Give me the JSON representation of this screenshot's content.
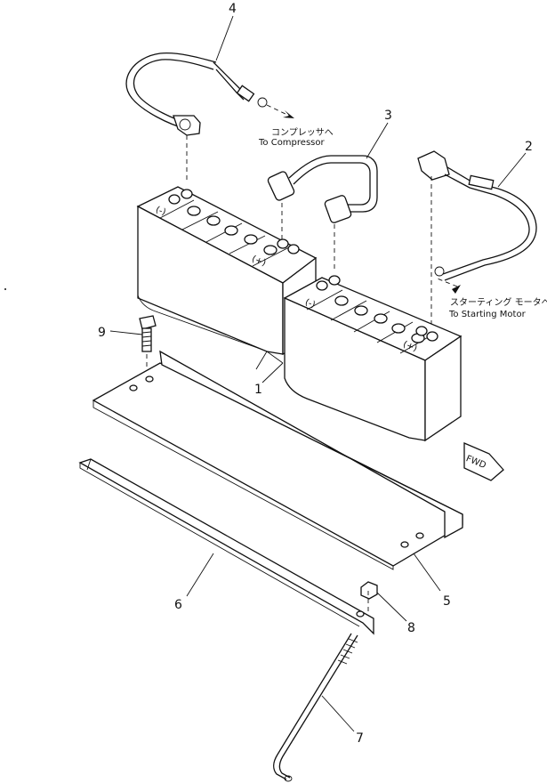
{
  "callouts": {
    "c1": "1",
    "c2": "2",
    "c3": "3",
    "c4": "4",
    "c5": "5",
    "c6": "6",
    "c7": "7",
    "c8": "8",
    "c9": "9"
  },
  "notes": {
    "compressor_jp": "コンプレッサへ",
    "compressor_en": "To Compressor",
    "starting_motor_jp": "スターティング モータへ",
    "starting_motor_en": "To Starting Motor"
  },
  "terminals": {
    "neg": "(-)",
    "pos": "(+)"
  },
  "fwd_label": "FWD"
}
